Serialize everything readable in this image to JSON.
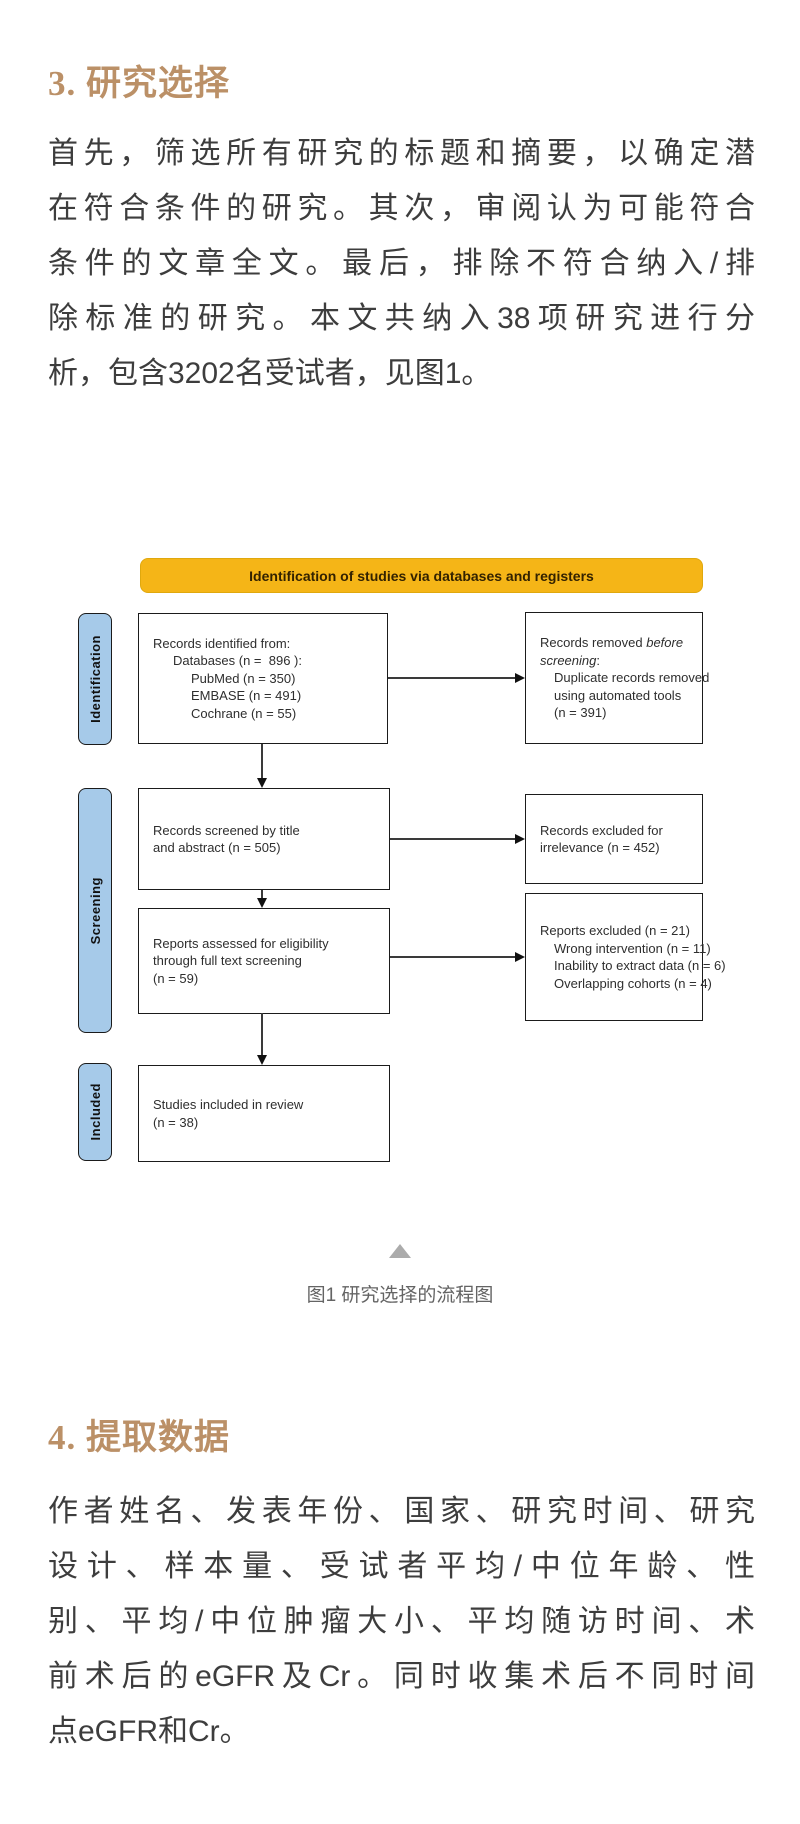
{
  "section3": {
    "heading": "3. 研究选择",
    "paragraph_lines": [
      "首先，筛选所有研究的标题和摘要，以确定潜",
      "在符合条件的研究。其次，审阅认为可能符合",
      "条件的文章全文。最后，排除不符合纳入/排",
      "除标准的研究。本文共纳入38项研究进行分",
      "析，包含3202名受试者，见图1。"
    ]
  },
  "figure": {
    "banner": "Identification of studies via databases and registers",
    "stages": {
      "identification": "Identification",
      "screening": "Screening",
      "included": "Included"
    },
    "boxes": {
      "records_identified": {
        "lines": [
          "Records identified from:",
          "Databases (n =  896 ):",
          "PubMed (n = 350)",
          "EMBASE (n = 491)",
          "Cochrane (n = 55)"
        ]
      },
      "records_removed": {
        "line1_normal": "Records removed ",
        "line1_italic": "before",
        "line2_italic": "screening",
        "line2_suffix": ":",
        "lines": [
          "Duplicate records removed",
          "using automated tools",
          "(n = 391)"
        ]
      },
      "records_screened": {
        "lines": [
          "Records screened by title",
          "and abstract (n = 505)"
        ]
      },
      "records_excluded": {
        "lines": [
          "Records excluded for",
          "irrelevance (n = 452)"
        ]
      },
      "reports_assessed": {
        "lines": [
          "Reports assessed for eligibility",
          "through full text screening",
          "(n = 59)"
        ]
      },
      "reports_excluded": {
        "lines": [
          "Reports excluded (n = 21)",
          "Wrong intervention (n = 11)",
          "Inability to extract data (n = 6)",
          "Overlapping cohorts (n = 4)"
        ]
      },
      "studies_included": {
        "lines": [
          "Studies included in review",
          "(n = 38)"
        ]
      }
    },
    "caption": "图1 研究选择的流程图"
  },
  "section4": {
    "heading": "4. 提取数据",
    "paragraph_lines": [
      "作者姓名、发表年份、国家、研究时间、研究",
      "设计、样本量、受试者平均/中位年龄、性",
      "别、平均/中位肿瘤大小、平均随访时间、术",
      "前术后的eGFR及Cr。同时收集术后不同时间",
      "点eGFR和Cr。"
    ]
  },
  "colors": {
    "heading_accent": "#BB9067",
    "body_text": "#3D3D3D",
    "banner_bg": "#F5B517",
    "banner_text": "#332200",
    "stage_label_bg": "#A6CAE9",
    "box_border": "#1B1B1B",
    "caption_text": "#646464",
    "triangle": "#ABABAB"
  }
}
